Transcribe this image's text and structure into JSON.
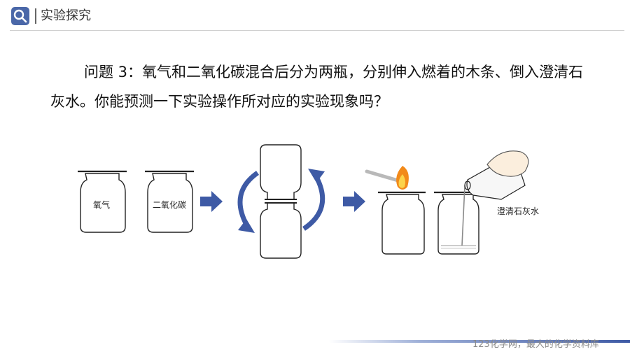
{
  "header": {
    "title": "实验探究",
    "icon": "search-icon",
    "accent": "#4a67a8"
  },
  "question": {
    "text": "问题 3：氧气和二氧化碳混合后分为两瓶，分别伸入燃着的木条、倒入澄清石灰水。你能预测一下实验操作所对应的实验现象吗？"
  },
  "figure": {
    "bottle1_label": "氧气",
    "bottle2_label": "二氧化碳",
    "limewater_label": "澄清石灰水",
    "arrow_color": "#3e5aa5"
  },
  "footer": {
    "text": "123化学网，最大的化学资料库"
  }
}
